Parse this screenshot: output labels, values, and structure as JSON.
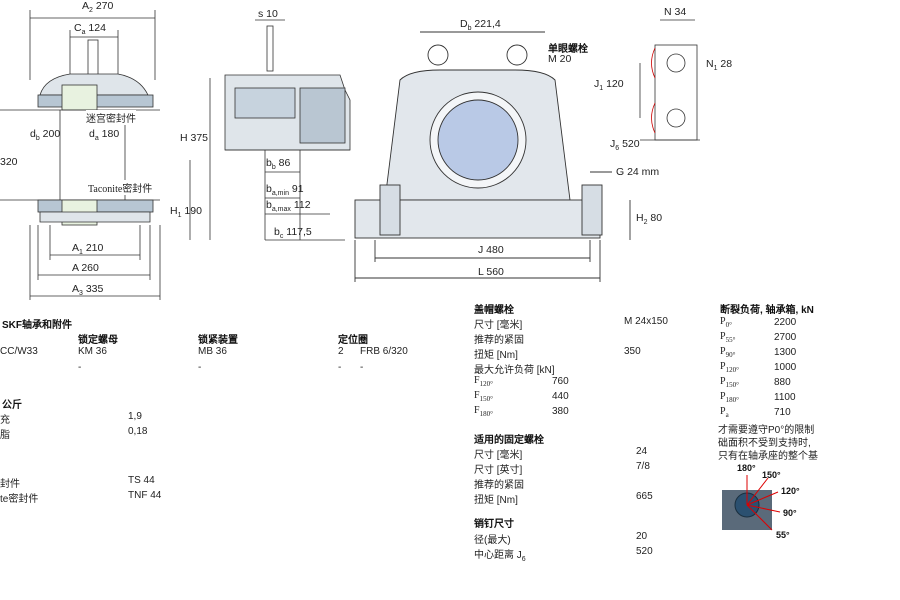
{
  "drawing": {
    "left": {
      "A2": "A",
      "A2_sub": "2",
      "A2_val": "270",
      "Ca": "C",
      "Ca_sub": "a",
      "Ca_val": "124",
      "maze_seal": "迷宫密封件",
      "db": "d",
      "db_sub": "b",
      "db_val": "200",
      "da": "d",
      "da_sub": "a",
      "da_val": "180",
      "taconite_seal": "Taconite密封件",
      "H_val": "H 375",
      "H1": "H",
      "H1_sub": "1",
      "H1_val": "190",
      "A1": "A",
      "A1_sub": "1",
      "A1_val": "210",
      "A_val": "A 260",
      "A3": "A",
      "A3_sub": "3",
      "A3_val": "335",
      "edge_320": "320"
    },
    "middle": {
      "s_val": "s 10",
      "bb": "b",
      "bb_sub": "b",
      "bb_val": "86",
      "bamin": "b",
      "bamin_sub": "a,min",
      "bamin_val": "91",
      "bamax": "b",
      "bamax_sub": "a,max",
      "bamax_val": "112",
      "bc": "b",
      "bc_sub": "c",
      "bc_val": "117,5"
    },
    "front": {
      "Db": "D",
      "Db_sub": "b",
      "Db_val": "221,4",
      "eye_bolt": "单眼螺栓",
      "eye_bolt_size": "M 20",
      "J": "J 480",
      "L": "L 560",
      "H2": "H",
      "H2_sub": "2",
      "H2_val": "80",
      "G": "G 24 mm"
    },
    "side_detail": {
      "N": "N 34",
      "N1": "N",
      "N1_sub": "1",
      "N1_val": "28",
      "J1": "J",
      "J1_sub": "1",
      "J1_val": "120",
      "J6": "J",
      "J6_sub": "6",
      "J6_val": "520"
    }
  },
  "accessories": {
    "title": "SKF轴承和附件",
    "col_headers": [
      "锁定螺母",
      "锁紧装置",
      "定位圈"
    ],
    "row1": [
      "CC/W33",
      "KM 36",
      "MB 36",
      "2",
      "FRB 6/320"
    ],
    "row2": [
      "-",
      "-",
      "-",
      "-"
    ]
  },
  "lubrication": {
    "title": "公斤",
    "rows": [
      {
        "label": "充",
        "value": "1,9"
      },
      {
        "label": "脂",
        "value": "0,18"
      }
    ]
  },
  "seals": {
    "rows": [
      {
        "label": "封件",
        "value": "TS 44"
      },
      {
        "label": "te密封件",
        "value": "TNF 44"
      }
    ]
  },
  "cap_bolts": {
    "title": "盖帽螺栓",
    "size_label": "尺寸 [毫米]",
    "size_value": "M 24x150",
    "torque_rec_label": "推荐的紧固",
    "torque_label": "扭矩 [Nm]",
    "torque_value": "350",
    "max_load_label": "最大允许负荷 [kN]",
    "loads": [
      {
        "label": "F",
        "sub": "120°",
        "value": "760"
      },
      {
        "label": "F",
        "sub": "150°",
        "value": "440"
      },
      {
        "label": "F",
        "sub": "180°",
        "value": "380"
      }
    ]
  },
  "attach_bolts": {
    "title": "适用的固定螺栓",
    "size_mm_label": "尺寸 [毫米]",
    "size_mm_value": "24",
    "size_in_label": "尺寸 [英寸]",
    "size_in_value": "7/8",
    "torque_rec_label": "推荐的紧固",
    "torque_label": "扭矩 [Nm]",
    "torque_value": "665"
  },
  "dowel": {
    "title": "销钉尺寸",
    "diam_label": "径(最大)",
    "diam_value": "20",
    "dist_label": "中心距离 J",
    "dist_sub": "6",
    "dist_value": "520"
  },
  "breaking_loads": {
    "title": "断裂负荷, 轴承箱, kN",
    "rows": [
      {
        "label": "P",
        "sub": "0°",
        "value": "2200"
      },
      {
        "label": "P",
        "sub": "55°",
        "value": "2700"
      },
      {
        "label": "P",
        "sub": "90°",
        "value": "1300"
      },
      {
        "label": "P",
        "sub": "120°",
        "value": "1000"
      },
      {
        "label": "P",
        "sub": "150°",
        "value": "880"
      },
      {
        "label": "P",
        "sub": "180°",
        "value": "1100"
      },
      {
        "label": "P",
        "sub": "a",
        "value": "710"
      }
    ],
    "note_lines": [
      "才需要遵守P0°的限制",
      "础面积不受到支持时,",
      "只有在轴承座的整个基"
    ],
    "angle_labels": [
      "180°",
      "150°",
      "120°",
      "90°",
      "55°"
    ]
  }
}
